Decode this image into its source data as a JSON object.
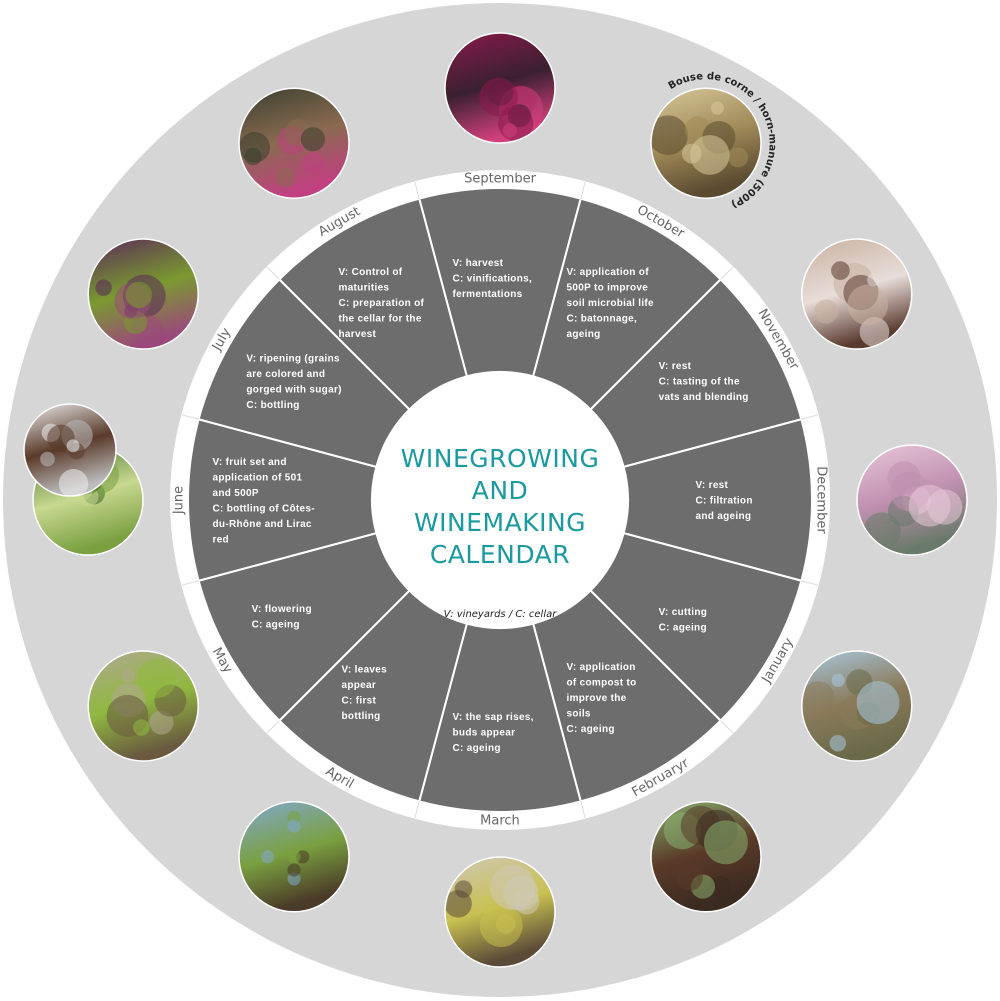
{
  "title_lines": [
    "WINEGROWING",
    "AND",
    "WINEMAKING",
    "CALENDAR"
  ],
  "legend": "V: vineyards / C: cellar",
  "curved_caption": "Bouse de corne / horn-manure (500P)",
  "colors": {
    "outer_ring": "#d6d6d6",
    "month_ring": "#ffffff",
    "segment": "#6d6d6d",
    "segment_line": "#ffffff",
    "title": "#1a9aa0"
  },
  "months": [
    {
      "name": "September",
      "lines": [
        "V: harvest",
        "C: vinifications,",
        "fermentations"
      ]
    },
    {
      "name": "October",
      "lines": [
        "V: application of",
        "500P to improve",
        "soil microbial life",
        "C: batonnage,",
        "ageing"
      ]
    },
    {
      "name": "November",
      "lines": [
        "V: rest",
        "C: tasting of the",
        "vats and blending"
      ]
    },
    {
      "name": "December",
      "lines": [
        "V: rest",
        "C: filtration",
        "and ageing"
      ]
    },
    {
      "name": "January",
      "lines": [
        "V: cutting",
        "C: ageing"
      ]
    },
    {
      "name": "Februaryr",
      "lines": [
        "V: application",
        "of compost to",
        "improve the",
        "soils",
        "C: ageing"
      ]
    },
    {
      "name": "March",
      "lines": [
        "V: the sap rises,",
        "buds appear",
        "C: ageing"
      ]
    },
    {
      "name": "April",
      "lines": [
        "V: leaves",
        "appear",
        "C: first",
        "bottling"
      ]
    },
    {
      "name": "May",
      "lines": [
        "V: flowering",
        "C: ageing"
      ]
    },
    {
      "name": "June",
      "lines": [
        "V: fruit set and",
        "application of 501",
        "and 500P",
        "C: bottling of Côtes-",
        "du-Rhône and Lirac",
        "red"
      ]
    },
    {
      "name": "July",
      "lines": [
        "V: ripening (grains",
        "are colored and",
        "gorged with sugar)",
        "C: bottling"
      ]
    },
    {
      "name": "August",
      "lines": [
        "V: Control of",
        "maturities",
        "C: preparation of",
        "the cellar for the",
        "harvest"
      ]
    }
  ],
  "photos": [
    {
      "month": "September",
      "icon": "cellar-worker-photo-icon",
      "colors": [
        "#8a1a4a",
        "#d0407a",
        "#3a2030"
      ]
    },
    {
      "month": "October",
      "icon": "horn-manure-photo-icon",
      "colors": [
        "#d8c89a",
        "#5a4a30",
        "#a08a58"
      ]
    },
    {
      "month": "November",
      "icon": "tasting-photo-icon",
      "colors": [
        "#c8b0a0",
        "#5a3a30",
        "#e8ddd8"
      ]
    },
    {
      "month": "December",
      "icon": "wine-tanks-photo-icon",
      "colors": [
        "#e8c8d8",
        "#6a7a6a",
        "#c090b0"
      ]
    },
    {
      "month": "January",
      "icon": "pruned-vineyard-photo-icon",
      "colors": [
        "#a8c8e0",
        "#6a6a48",
        "#8a7a5a"
      ]
    },
    {
      "month": "Februaryr",
      "icon": "compost-soil-photo-icon",
      "colors": [
        "#88b070",
        "#3a2a20",
        "#5a3a28"
      ]
    },
    {
      "month": "March",
      "icon": "budburst-photo-icon",
      "colors": [
        "#d0c8b8",
        "#5a4a38",
        "#c8c050"
      ]
    },
    {
      "month": "April",
      "icon": "young-leaves-photo-icon",
      "colors": [
        "#80a8d0",
        "#4a3a28",
        "#7aa040"
      ]
    },
    {
      "month": "May",
      "icon": "vine-shoot-photo-icon",
      "colors": [
        "#b0a890",
        "#6a5a40",
        "#90b840"
      ]
    },
    {
      "month": "June",
      "icon": "flowering-vine-photo-icon",
      "colors": [
        "#3a6a20",
        "#7aa040",
        "#c8d890"
      ]
    },
    {
      "month": "July",
      "icon": "ripening-grapes-photo-icon",
      "colors": [
        "#5a2a5a",
        "#9a4a7a",
        "#7a9a30"
      ]
    },
    {
      "month": "August",
      "icon": "maturity-check-photo-icon",
      "colors": [
        "#3a4030",
        "#c04080",
        "#8a6a50"
      ]
    }
  ],
  "extra_photo": {
    "icon": "crystals-and-soil-photo-icon",
    "colors": [
      "#ececec",
      "#bcbcbc",
      "#5a3a2a"
    ]
  }
}
